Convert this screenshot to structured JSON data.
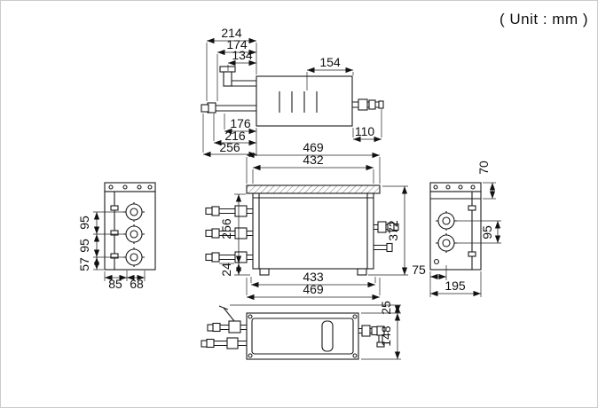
{
  "page": {
    "unit_note": "( Unit : mm )"
  },
  "colors": {
    "line": "#1a1a1a",
    "dimension_line": "#222222",
    "background": "#ffffff",
    "frame_border": "#cbcbcb"
  },
  "views": {
    "top_view": {
      "dims": {
        "outer_width": "214",
        "mid_width": "174",
        "inner_width": "134",
        "top_right_width": "154",
        "bottom_inner_width": "176",
        "bottom_mid_width": "216",
        "bottom_outer_width": "256",
        "right_pipe_offset": "110"
      }
    },
    "front_view": {
      "dims": {
        "top_overall_width": "469",
        "top_body_width": "432",
        "overall_height": "372",
        "left_piping_span": "256",
        "left_bottom_offset": "24",
        "bottom_body_width": "433",
        "bottom_overall_width": "469"
      }
    },
    "left_view": {
      "dims": {
        "port_pitch_upper": "95",
        "port_pitch_lower": "95",
        "port_bottom_offset": "57",
        "bottom_front_offset": "85",
        "bottom_rear_offset": "68"
      }
    },
    "right_view": {
      "dims": {
        "top_offset": "70",
        "port_pitch": "95",
        "bottom_front_offset": "75",
        "depth": "195"
      }
    },
    "bottom_view": {
      "dims": {
        "handle_offset": "25",
        "depth": "148"
      }
    }
  }
}
